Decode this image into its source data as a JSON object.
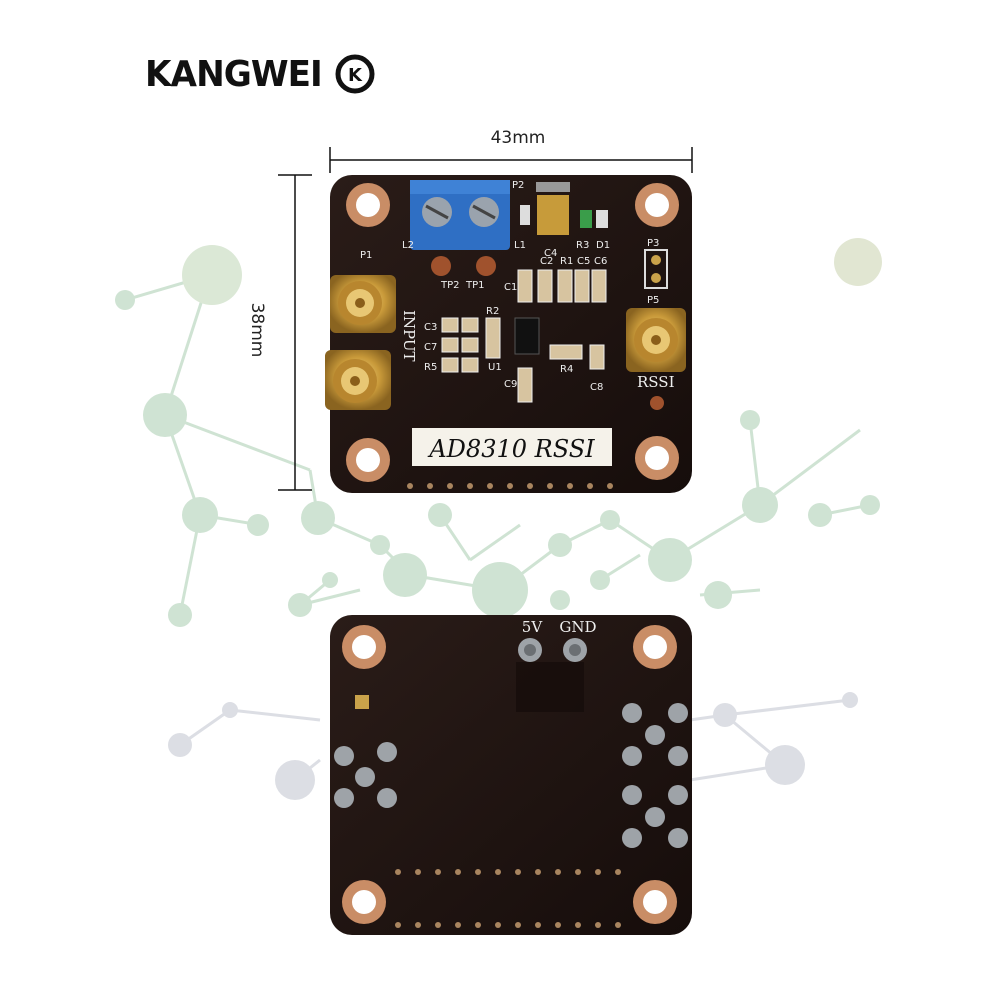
{
  "brand": {
    "name": "KANGWEI",
    "badge": "K"
  },
  "dimensions": {
    "width_label": "43mm",
    "height_label": "38mm"
  },
  "board_top": {
    "title": "AD8310 RSSI",
    "input_label": "INPUT",
    "rssi_label": "RSSI",
    "silkscreen": [
      "P1",
      "P2",
      "P3",
      "P5",
      "L1",
      "L2",
      "R1",
      "R2",
      "R3",
      "R4",
      "R5",
      "C1",
      "C2",
      "C3",
      "C4",
      "C5",
      "C6",
      "C7",
      "C8",
      "C9",
      "D1",
      "U1",
      "TP1",
      "TP2"
    ]
  },
  "board_bottom": {
    "pin_5v": "5V",
    "pin_gnd": "GND"
  },
  "colors": {
    "pcb": "#1f1412",
    "pad_gold": "#c9a24a",
    "terminal_blue": "#2f6fc4",
    "network_green": "#bcd8c4",
    "network_grey": "#d6d8de"
  }
}
